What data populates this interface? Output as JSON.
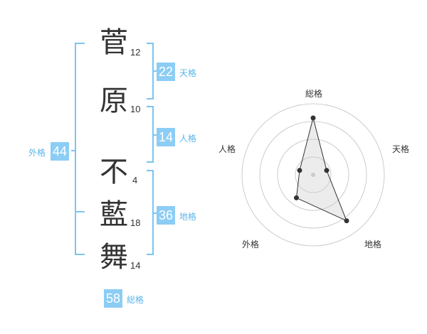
{
  "name_chars": [
    {
      "char": "菅",
      "strokes": "12"
    },
    {
      "char": "原",
      "strokes": "10"
    },
    {
      "char": "不",
      "strokes": "4"
    },
    {
      "char": "藍",
      "strokes": "18"
    },
    {
      "char": "舞",
      "strokes": "14"
    }
  ],
  "fortunes": {
    "tenkaku": {
      "value": "22",
      "label": "天格"
    },
    "jinkaku": {
      "value": "14",
      "label": "人格"
    },
    "chikaku": {
      "value": "36",
      "label": "地格"
    },
    "gaikaku": {
      "value": "44",
      "label": "外格"
    },
    "soukaku": {
      "value": "58",
      "label": "総格"
    }
  },
  "chart_data": {
    "type": "radar",
    "axes": [
      "総格",
      "天格",
      "地格",
      "外格",
      "人格"
    ],
    "values": [
      4,
      1,
      4,
      2,
      1
    ],
    "max": 5,
    "rings": 4
  },
  "colors": {
    "accent": "#8ccdf5",
    "bracket": "#7cc4f0",
    "label": "#5bb5ea"
  }
}
